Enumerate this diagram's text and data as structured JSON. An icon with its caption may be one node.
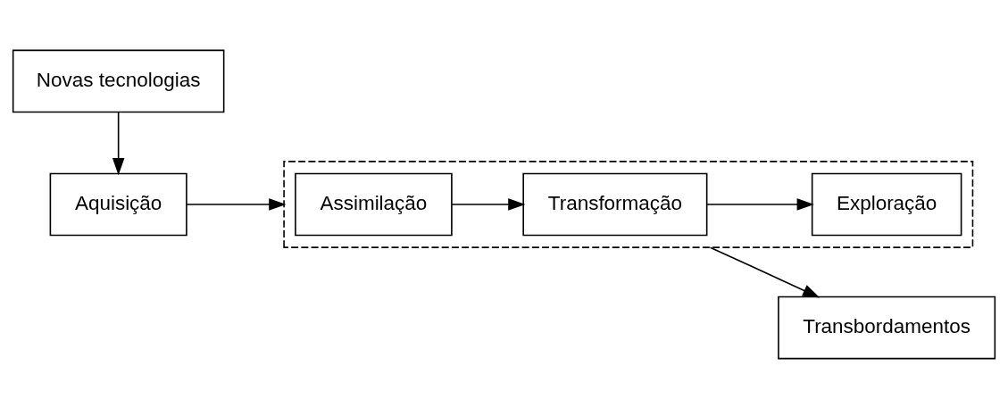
{
  "diagram": {
    "nodes": [
      {
        "text": [
          "Novas tecnologias"
        ]
      },
      {
        "text": [
          "Aquisição"
        ]
      },
      {
        "text": [],
        "shape": "box"
      },
      {
        "text": [
          "Assimilação"
        ],
        "in": 2
      },
      {
        "text": [
          "Transformação"
        ],
        "in": 2
      },
      {
        "text": [
          "Exploração"
        ],
        "in": 2
      },
      {
        "text": [
          "Transbordamentos"
        ]
      }
    ],
    "edges": [
      {
        "from": 0,
        "to": 1,
        "arrow": "to"
      },
      {
        "from": 1,
        "to": 2,
        "arrow": "to"
      },
      {
        "from": 3,
        "to": 4,
        "arrow": "to"
      },
      {
        "from": 4,
        "to": 5,
        "arrow": "to"
      },
      {
        "from": 2,
        "to": 6,
        "arrow": "to"
      }
    ]
  }
}
